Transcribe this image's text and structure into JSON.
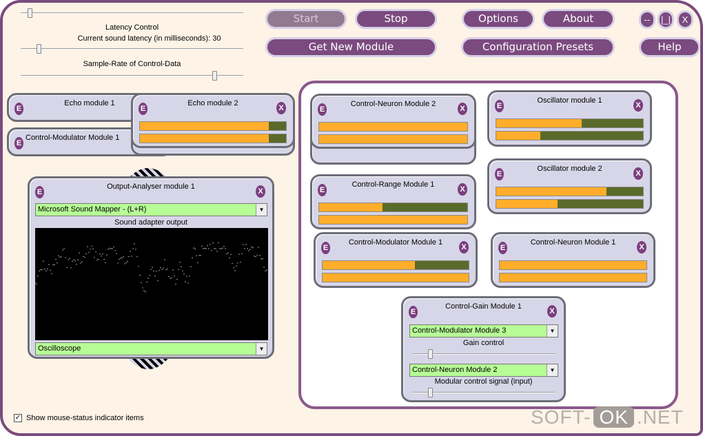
{
  "controls": {
    "latency_title": "Latency Control",
    "latency_text": "Current sound latency (in milliseconds):  30",
    "sample_rate_title": "Sample-Rate of Control-Data",
    "top_slider_value": 0.04,
    "latency_slider_value": 0.08,
    "sample_rate_slider_value": 0.87
  },
  "buttons": {
    "start": "Start",
    "stop": "Stop",
    "options": "Options",
    "about": "About",
    "get_new_module": "Get New Module",
    "configuration_presets": "Configuration Presets",
    "help": "Help",
    "minimize": "--",
    "maximize": "|_|",
    "close": "X"
  },
  "module_icons": {
    "edit": "E",
    "close": "X"
  },
  "left_modules": [
    {
      "title": "Echo module 1"
    },
    {
      "title": "Control-Modulator Module 1"
    },
    {
      "title": "Echo module 2",
      "bars": [
        0.88,
        0.88
      ]
    }
  ],
  "output_analyser": {
    "title": "Output-Analyser module 1",
    "device": "Microsoft Sound Mapper - (L+R)",
    "device_label": "Sound adapter output",
    "view": "Oscilloscope"
  },
  "panel_modules": [
    {
      "title": "Control-Neuron Module 2",
      "bars": [
        1,
        1
      ]
    },
    {
      "title": "Oscillator module 1",
      "bars": [
        0.58,
        0.3
      ]
    },
    {
      "title": "Oscillator module 2",
      "bars": [
        0.75,
        0.42
      ]
    },
    {
      "title": "Control-Range Module 1",
      "bars": [
        0.43,
        1
      ]
    },
    {
      "title": "Control-Modulator Module 1",
      "bars": [
        0.63,
        1
      ]
    },
    {
      "title": "Control-Neuron Module 1",
      "bars": [
        1,
        1
      ]
    }
  ],
  "gain_module": {
    "title": "Control-Gain Module 1",
    "source": "Control-Modulator Module 3",
    "gain_label": "Gain control",
    "gain_value": 0.12,
    "input": "Control-Neuron Module 2",
    "input_label": "Modular control signal (input)",
    "input_value": 0.12
  },
  "footer": {
    "show_mouse_status": "Show mouse-status indicator items",
    "checked": true
  },
  "watermark": {
    "a": "SOFT-",
    "b": "OK",
    ".c": ".NET",
    "c": ".NET"
  }
}
